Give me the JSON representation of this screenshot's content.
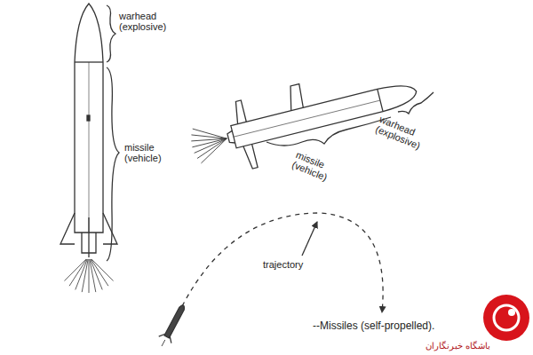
{
  "diagram": {
    "caption": "--Missiles (self-propelled).",
    "labels": [
      "warhead (explosive)",
      "missile (vehicle)",
      "missile (vehicle)",
      "warhead (explosive)",
      "trajectory",
      "باشگاه خبرنگاران"
    ]
  }
}
